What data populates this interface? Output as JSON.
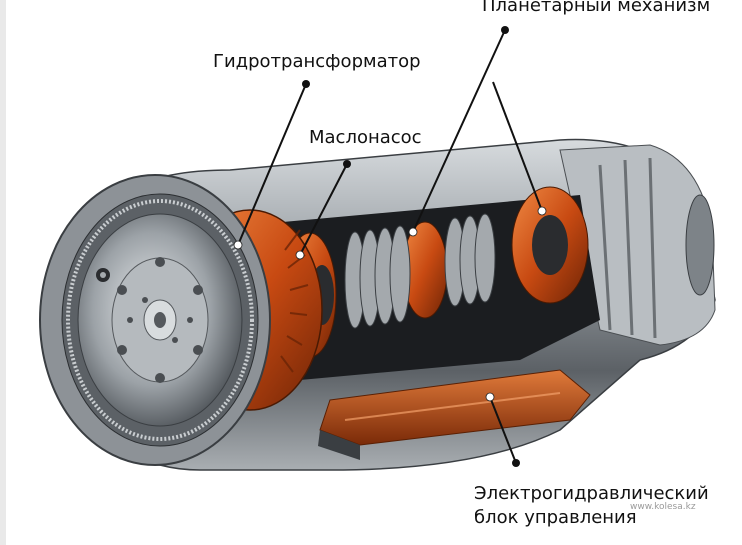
{
  "labels": {
    "planetary": "Планетарный механизм",
    "torque_converter": "Гидротрансформатор",
    "oil_pump": "Маслонасос",
    "valve_body_line1": "Электрогидравлический",
    "valve_body_line2": "блок управления"
  },
  "watermark": "www.kolesa.kz",
  "colors": {
    "accent": "#d8561c",
    "metal": "#9aa0a4",
    "dark": "#1b1d20",
    "leader": "#111111"
  }
}
